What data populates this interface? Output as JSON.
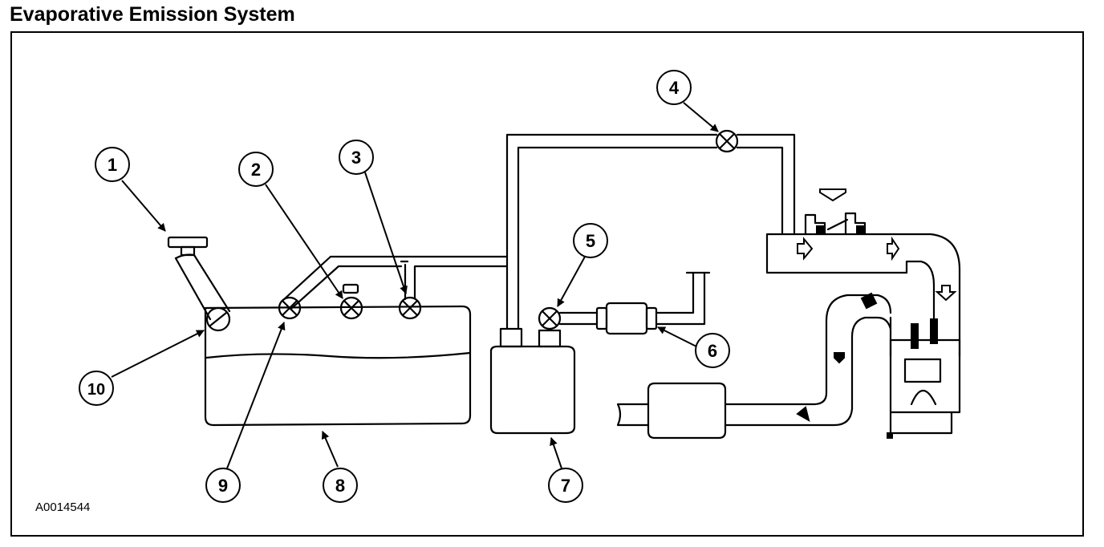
{
  "title": "Evaporative Emission System",
  "figure_id": "A0014544",
  "callouts": [
    "1",
    "2",
    "3",
    "4",
    "5",
    "6",
    "7",
    "8",
    "9",
    "10"
  ]
}
